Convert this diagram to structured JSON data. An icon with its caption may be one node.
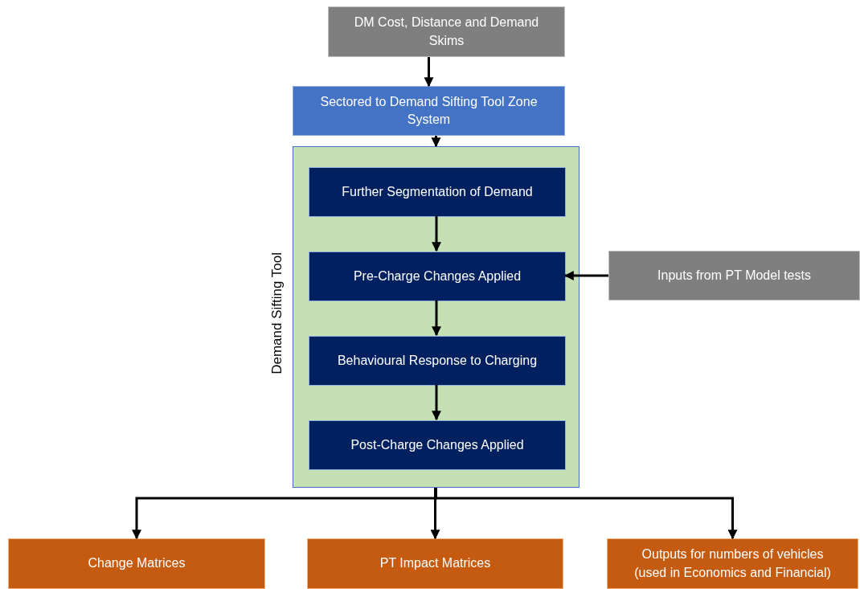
{
  "diagram": {
    "nodes": [
      {
        "text": [
          "DM Cost, Distance and Demand Skims"
        ]
      },
      {
        "text": [
          "Sectored to Demand Sifting Tool Zone System"
        ]
      },
      {
        "text": [
          "Demand Sifting Tool"
        ]
      },
      {
        "text": [
          "Further Segmentation of Demand"
        ],
        "in": 2
      },
      {
        "text": [
          "Pre-Charge Changes Applied"
        ],
        "in": 2
      },
      {
        "text": [
          "Behavioural Response to Charging"
        ],
        "in": 2
      },
      {
        "text": [
          "Post-Charge Changes Applied"
        ],
        "in": 2
      },
      {
        "text": [
          "Inputs from PT Model tests"
        ]
      },
      {
        "text": [
          "Change Matrices"
        ]
      },
      {
        "text": [
          "PT Impact Matrices"
        ]
      },
      {
        "text": [
          "Outputs for numbers of vehicles (used in Economics and Financial)"
        ]
      }
    ],
    "edges": [
      {
        "from": 0,
        "to": 1,
        "arrow": "to"
      },
      {
        "from": 1,
        "to": 2,
        "arrow": "to"
      },
      {
        "from": 3,
        "to": 4,
        "arrow": "to"
      },
      {
        "from": 4,
        "to": 5,
        "arrow": "to"
      },
      {
        "from": 5,
        "to": 6,
        "arrow": "to"
      },
      {
        "from": 7,
        "to": 4,
        "arrow": "to"
      },
      {
        "from": 2,
        "to": 8,
        "arrow": "to"
      },
      {
        "from": 2,
        "to": 9,
        "arrow": "to"
      },
      {
        "from": 2,
        "to": 10,
        "arrow": "to"
      }
    ]
  }
}
